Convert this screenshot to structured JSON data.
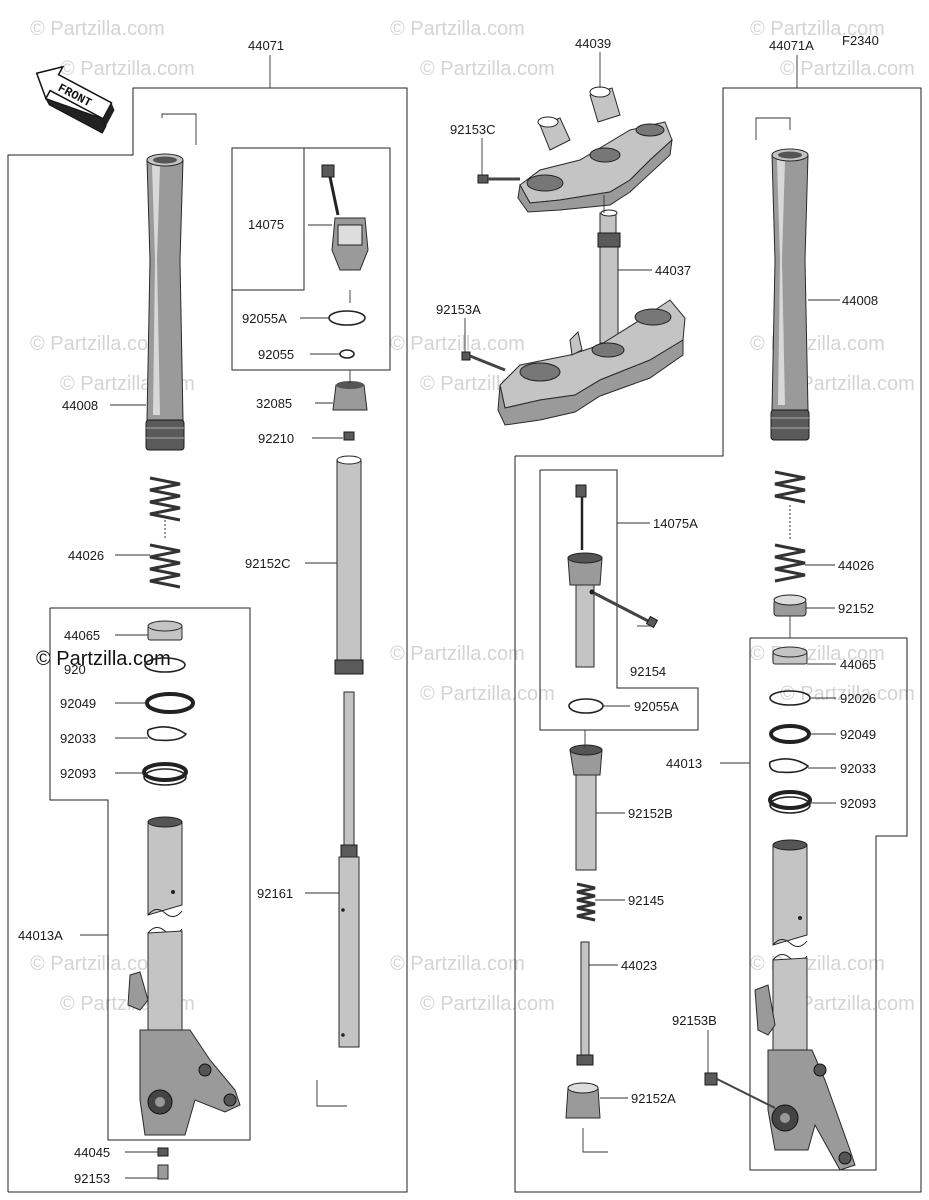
{
  "diagram": {
    "code": "F2340",
    "front_label": "FRONT",
    "watermark": "© Partzilla.com",
    "watermark_dark": "© Partzilla.com",
    "labels": {
      "p44071": "44071",
      "p44071A": "44071A",
      "p44039": "44039",
      "p92153C": "92153C",
      "p44037": "44037",
      "p92153A": "92153A",
      "p14075": "14075",
      "p92055A_l": "92055A",
      "p92055": "92055",
      "p32085": "32085",
      "p92210": "92210",
      "p92152C": "92152C",
      "p92161": "92161",
      "p44008_l": "44008",
      "p44026_l": "44026",
      "p44065_l": "44065",
      "p92026_l": "920",
      "p92049_l": "92049",
      "p92033_l": "92033",
      "p92093_l": "92093",
      "p44013A": "44013A",
      "p44045": "44045",
      "p92153": "92153",
      "p44008_r": "44008",
      "p44026_r": "44026",
      "p92152": "92152",
      "p44065_r": "44065",
      "p92026_r": "92026",
      "p92049_r": "92049",
      "p92033_r": "92033",
      "p92093_r": "92093",
      "p44013": "44013",
      "p14075A": "14075A",
      "p92154": "92154",
      "p92055A_r": "92055A",
      "p92152B": "92152B",
      "p92145": "92145",
      "p44023": "44023",
      "p92153B": "92153B",
      "p92152A": "92152A"
    }
  }
}
